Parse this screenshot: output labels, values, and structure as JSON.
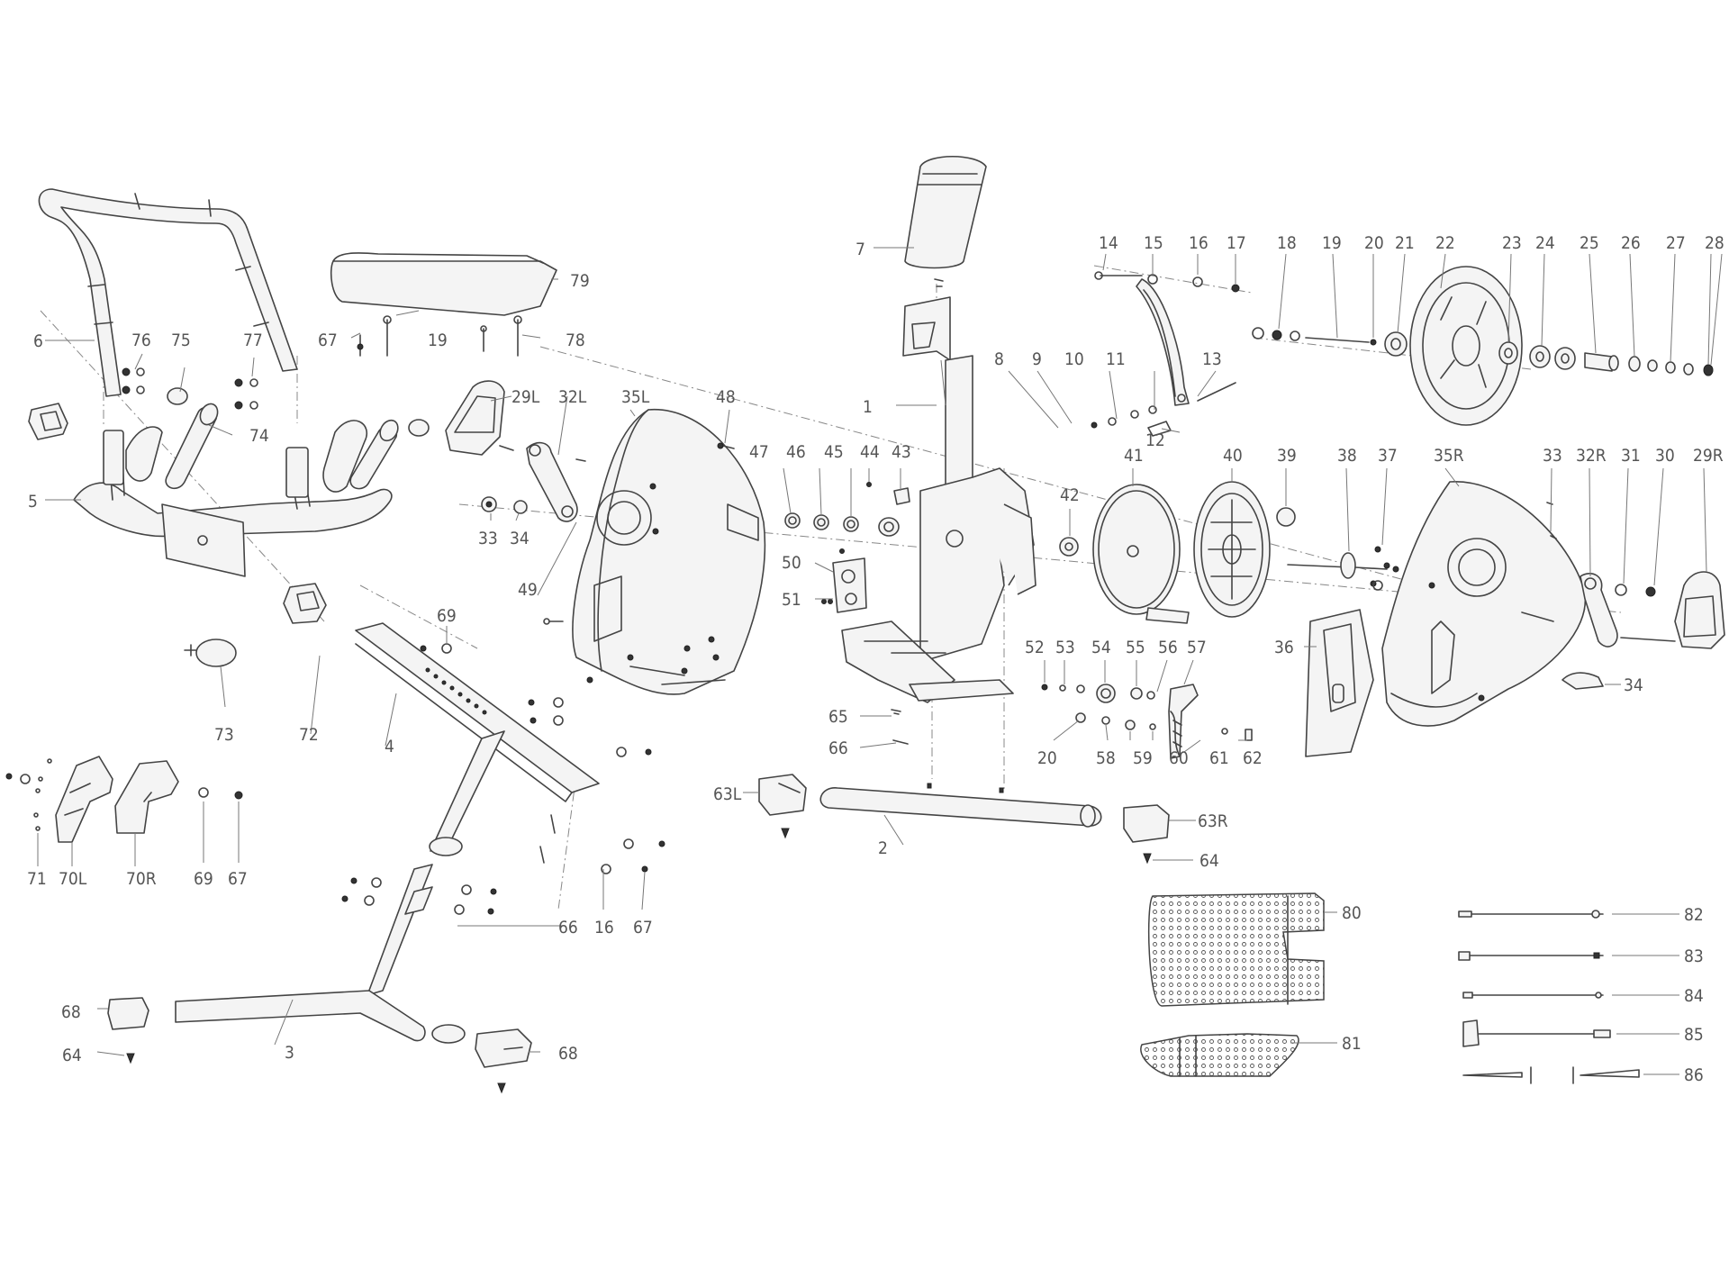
{
  "labels": {
    "l1": "1",
    "l2": "2",
    "l3": "3",
    "l4": "4",
    "l5": "5",
    "l6": "6",
    "l7": "7",
    "l8": "8",
    "l9": "9",
    "l10": "10",
    "l11": "11",
    "l12": "12",
    "l13": "13",
    "l14": "14",
    "l15": "15",
    "l16a": "16",
    "l16b": "16",
    "l17": "17",
    "l18": "18",
    "l19a": "19",
    "l19b": "19",
    "l20a": "20",
    "l20b": "20",
    "l21": "21",
    "l22": "22",
    "l23": "23",
    "l24": "24",
    "l25": "25",
    "l26": "26",
    "l27": "27",
    "l28": "28",
    "l29L": "29L",
    "l29R": "29R",
    "l30": "30",
    "l31": "31",
    "l32L": "32L",
    "l32R": "32R",
    "l33a": "33",
    "l33b": "33",
    "l34a": "34",
    "l34b": "34",
    "l35L": "35L",
    "l35R": "35R",
    "l36": "36",
    "l37": "37",
    "l38": "38",
    "l39": "39",
    "l40": "40",
    "l41": "41",
    "l42": "42",
    "l43": "43",
    "l44": "44",
    "l45": "45",
    "l46": "46",
    "l47": "47",
    "l48": "48",
    "l49": "49",
    "l50": "50",
    "l51": "51",
    "l52": "52",
    "l53": "53",
    "l54": "54",
    "l55": "55",
    "l56": "56",
    "l57": "57",
    "l58": "58",
    "l59": "59",
    "l60": "60",
    "l61": "61",
    "l62": "62",
    "l63L": "63L",
    "l63R": "63R",
    "l64a": "64",
    "l64b": "64",
    "l65": "65",
    "l66a": "66",
    "l66b": "66",
    "l67a": "67",
    "l67b": "67",
    "l67c": "67",
    "l68a": "68",
    "l68b": "68",
    "l69a": "69",
    "l69b": "69",
    "l70L": "70L",
    "l70R": "70R",
    "l71": "71",
    "l72": "72",
    "l73": "73",
    "l74": "74",
    "l75": "75",
    "l76": "76",
    "l77": "77",
    "l78": "78",
    "l79": "79",
    "l80": "80",
    "l81": "81",
    "l82": "82",
    "l83": "83",
    "l84": "84",
    "l85": "85",
    "l86": "86"
  }
}
